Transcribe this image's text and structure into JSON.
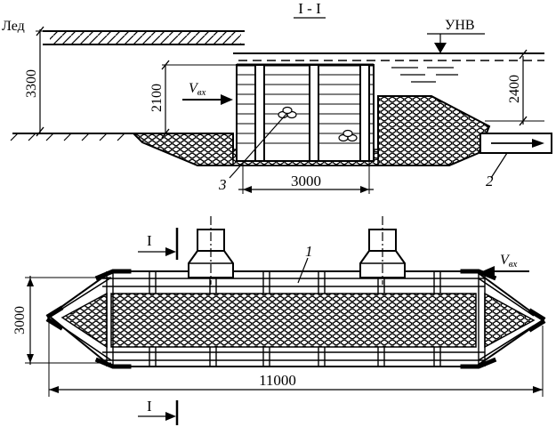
{
  "section": {
    "title": "I - I",
    "ice_label": "Лед",
    "water_level_label": "УНВ",
    "inflow_label_v": "V",
    "inflow_label_sub": "вх",
    "dim_ice_height": "3300",
    "dim_crib_height": "2100",
    "dim_water_depth": "2400",
    "dim_crib_width": "3000",
    "callout_3": "3",
    "callout_2": "2"
  },
  "plan": {
    "callout_1": "1",
    "inflow_label_v": "V",
    "inflow_label_sub": "вх",
    "dim_width": "3000",
    "dim_length": "11000",
    "section_mark_top": "I",
    "section_mark_bottom": "I"
  }
}
